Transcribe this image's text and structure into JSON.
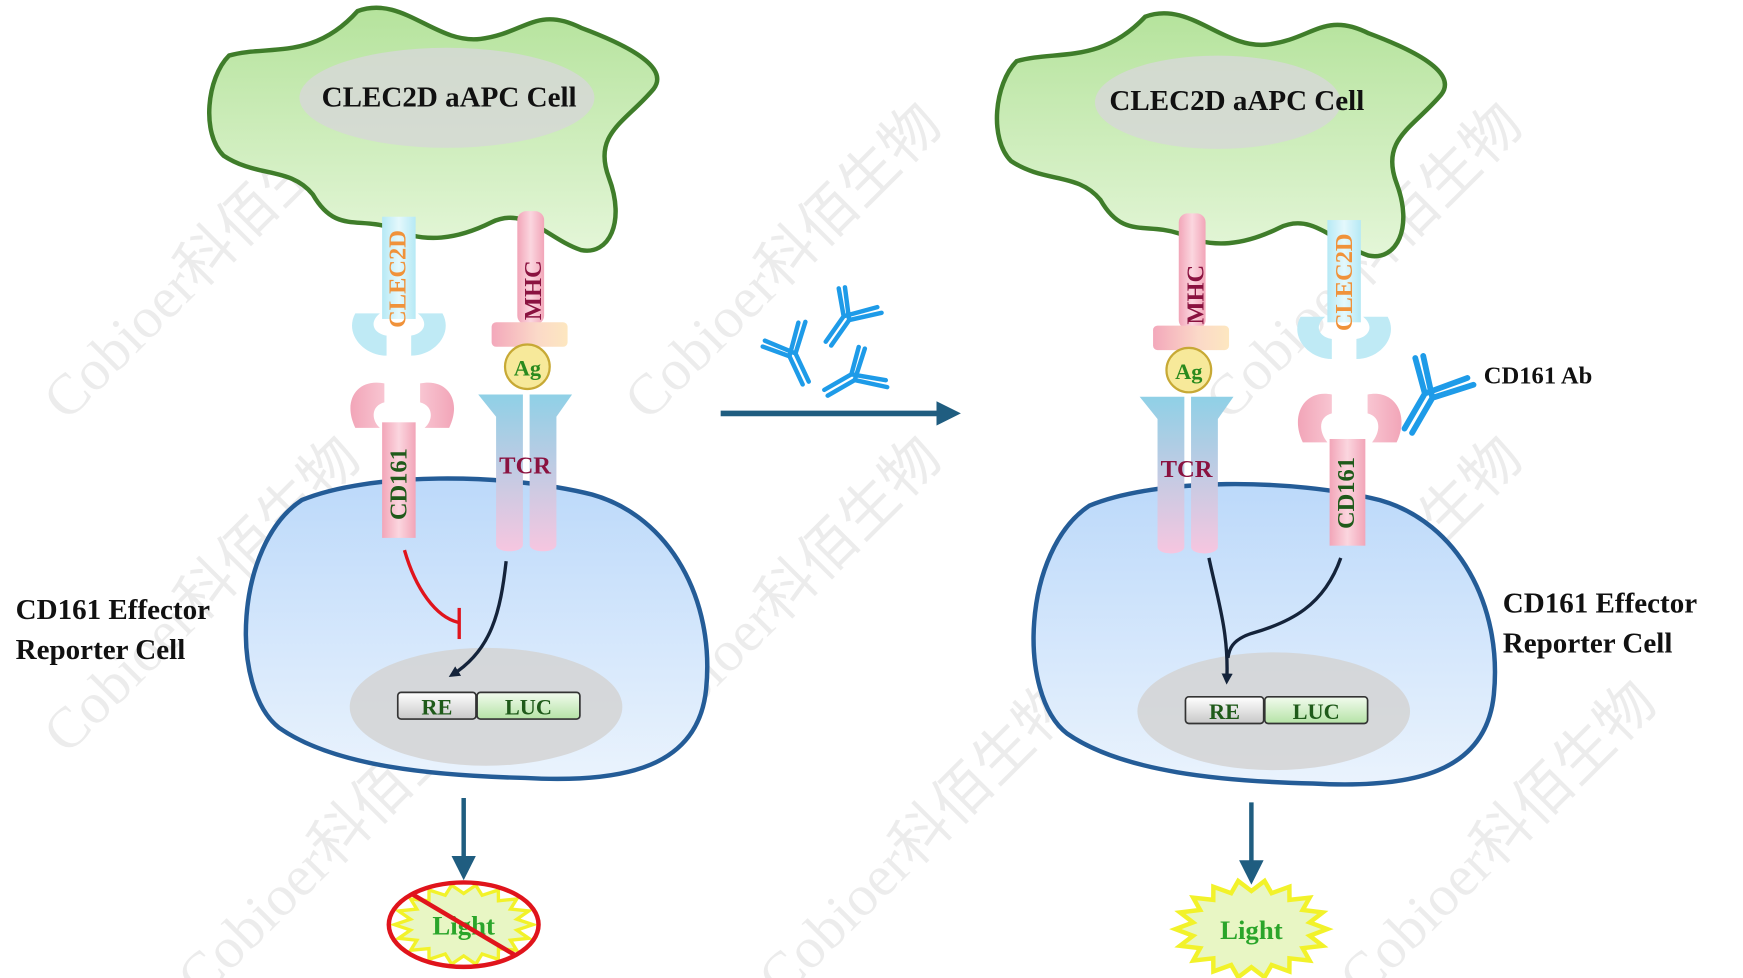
{
  "watermark": "Cobioer科佰生物",
  "colors": {
    "apc_fill": "#c9ebb5",
    "apc_stroke": "#3f7d2a",
    "cell_fill": "#cfe3fb",
    "cell_stroke": "#245c97",
    "arrow_blue": "#1f5d80",
    "antibody": "#1e9be8",
    "inhibit_red": "#e0141c"
  },
  "left": {
    "apc_label": "CLEC2D aAPC Cell",
    "clec2d": "CLEC2D",
    "mhc": "MHC",
    "ag": "Ag",
    "cd161": "CD161",
    "tcr": "TCR",
    "cell_label_line1": "CD161 Effector",
    "cell_label_line2": "Reporter Cell",
    "re": "RE",
    "luc": "LUC",
    "light": "Light",
    "light_state": "off"
  },
  "right": {
    "apc_label": "CLEC2D aAPC Cell",
    "clec2d": "CLEC2D",
    "mhc": "MHC",
    "ag": "Ag",
    "cd161": "CD161",
    "tcr": "TCR",
    "antibody_label": "CD161 Ab",
    "cell_label_line1": "CD161 Effector",
    "cell_label_line2": "Reporter Cell",
    "re": "RE",
    "luc": "LUC",
    "light": "Light",
    "light_state": "on"
  }
}
